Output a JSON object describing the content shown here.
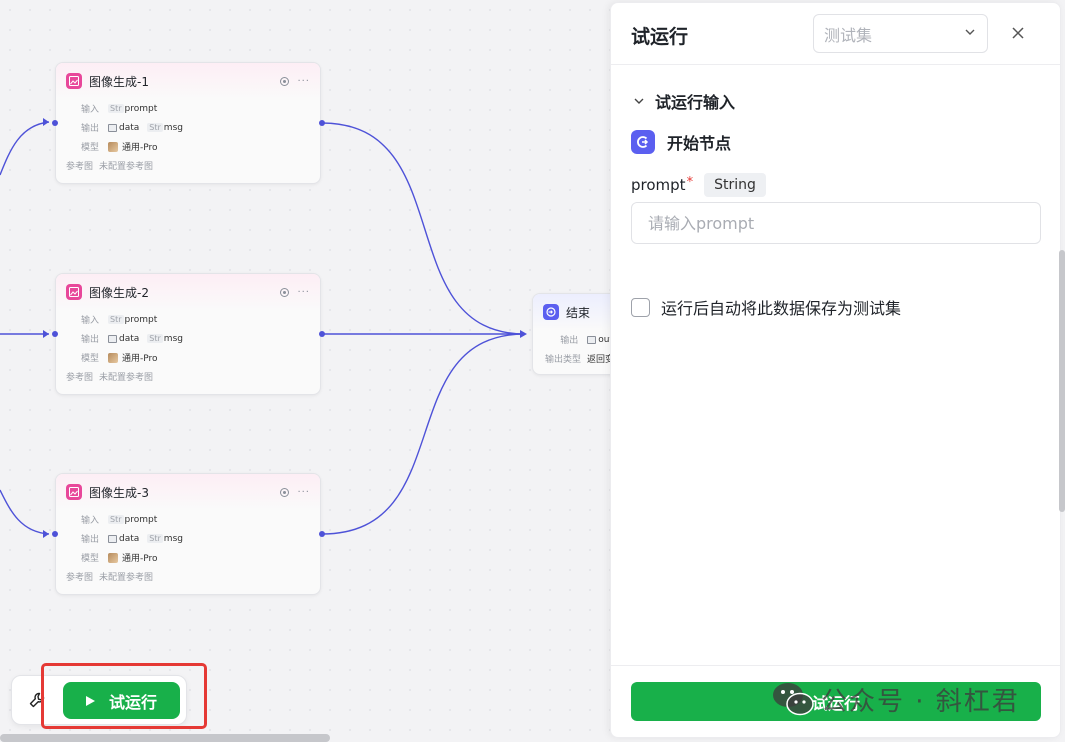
{
  "canvas": {
    "nodes": [
      {
        "title": "图像生成-1",
        "input_label": "输入",
        "input_type": "Str",
        "input_name": "prompt",
        "output_label": "输出",
        "output_data": "data",
        "output_type": "Str",
        "output_msg": "msg",
        "model_label": "模型",
        "model_value": "通用-Pro",
        "ref_label": "参考图",
        "ref_value": "未配置参考图"
      },
      {
        "title": "图像生成-2",
        "input_label": "输入",
        "input_type": "Str",
        "input_name": "prompt",
        "output_label": "输出",
        "output_data": "data",
        "output_type": "Str",
        "output_msg": "msg",
        "model_label": "模型",
        "model_value": "通用-Pro",
        "ref_label": "参考图",
        "ref_value": "未配置参考图"
      },
      {
        "title": "图像生成-3",
        "input_label": "输入",
        "input_type": "Str",
        "input_name": "prompt",
        "output_label": "输出",
        "output_data": "data",
        "output_type": "Str",
        "output_msg": "msg",
        "model_label": "模型",
        "model_value": "通用-Pro",
        "ref_label": "参考图",
        "ref_value": "未配置参考图"
      }
    ],
    "end_node": {
      "title": "结束",
      "output_label": "输出",
      "output_value": "out",
      "output_type_label": "输出类型",
      "output_type_value": "返回变"
    },
    "toolbar": {
      "run_label": "试运行"
    },
    "edge_color": "#4e52d8",
    "node_accent": "#e8479a",
    "end_accent": "#5b5ff0"
  },
  "panel": {
    "title": "试运行",
    "testset_placeholder": "测试集",
    "section_title": "试运行输入",
    "start_node_label": "开始节点",
    "field_name": "prompt",
    "field_required": "*",
    "field_type": "String",
    "input_placeholder": "请输入prompt",
    "save_checkbox_label": "运行后自动将此数据保存为测试集",
    "run_button_label": "试运行",
    "run_color": "#18b04a"
  },
  "watermark": {
    "text": "公众号 · 斜杠君"
  }
}
